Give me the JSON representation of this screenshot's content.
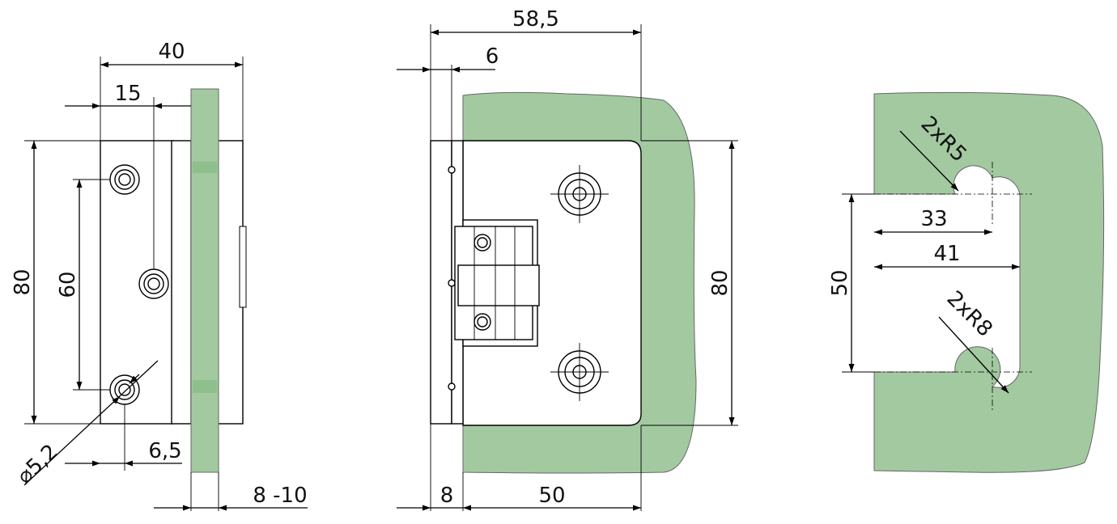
{
  "colors": {
    "glass": "#a3c9a0",
    "glass_dark": "#8fbf8c",
    "line": "#000000",
    "metal": "#ffffff"
  },
  "left_view": {
    "dim_total_width": "40",
    "dim_hole_offset": "15",
    "dim_height": "80",
    "dim_hole_spacing": "60",
    "dim_hole_diameter": "⌀5,2",
    "dim_hole_edge": "6,5",
    "dim_glass_thickness": "8 -10"
  },
  "middle_view": {
    "dim_overall_width": "58,5",
    "dim_flange": "6",
    "dim_height": "80",
    "dim_base": "8",
    "dim_plate_width": "50"
  },
  "right_view": {
    "dim_small_radius": "2xR5",
    "dim_inner_depth": "33",
    "dim_outer_depth": "41",
    "dim_cutout_height": "50",
    "dim_large_radius": "2xR8"
  }
}
